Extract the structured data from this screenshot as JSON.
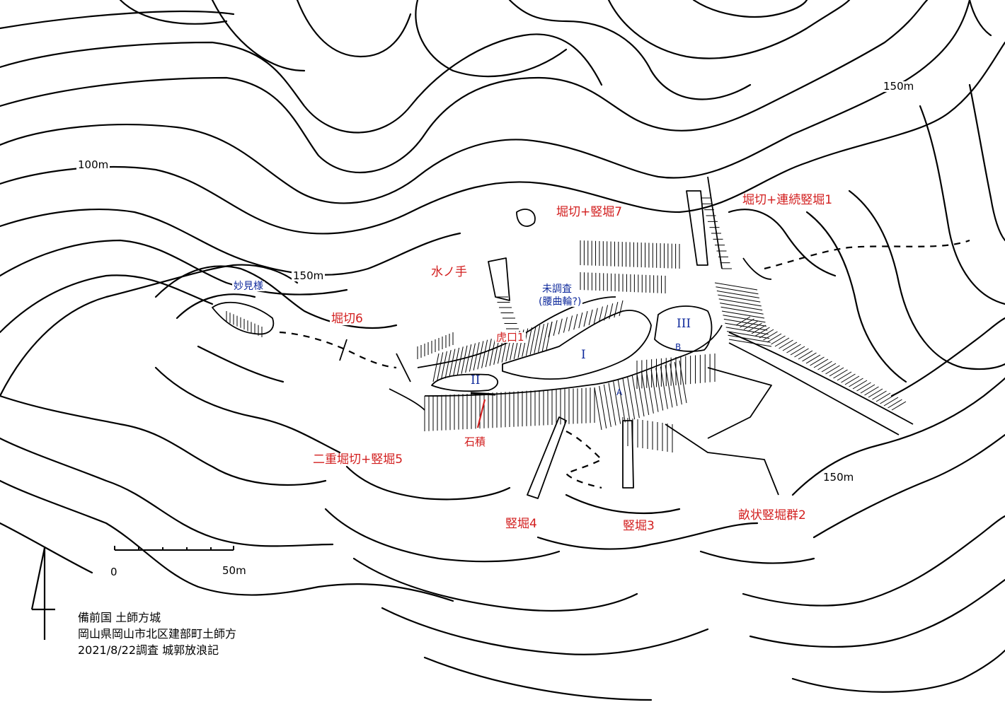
{
  "map": {
    "contour_labels": {
      "c100": "100m",
      "c150_left": "150m",
      "c150_top_right": "150m",
      "c150_bottom_right": "150m"
    },
    "features": {
      "horikiri_renzoku_1": "堀切+連続竪堀1",
      "horikiri_tatebori_7": "堀切+竪堀7",
      "mizunote": "水ノ手",
      "horikiri_6": "堀切6",
      "koguchi_1": "虎口1",
      "ishizumi": "石積",
      "nijuu_horikiri_5": "二重堀切+竪堀5",
      "tatebori_4": "竪堀4",
      "tatebori_3": "竪堀3",
      "uneri_tatebori_2": "畝状竪堀群2"
    },
    "areas": {
      "myokensama": "妙見様",
      "unsurveyed_line1": "未調査",
      "unsurveyed_line2": "(腰曲輪?)"
    },
    "enclosures": {
      "kuruwa_1": "I",
      "kuruwa_2": "II",
      "kuruwa_3": "III",
      "point_a": "A",
      "point_b": "B"
    },
    "scale": {
      "zero": "0",
      "fifty": "50m"
    },
    "colors": {
      "red_label": "#d21e1e",
      "blue_label": "#0f2a9c"
    }
  },
  "legend": {
    "line1": "備前国 土師方城",
    "line2": "岡山県岡山市北区建部町土師方",
    "line3": "2021/8/22調査 城郭放浪記"
  }
}
